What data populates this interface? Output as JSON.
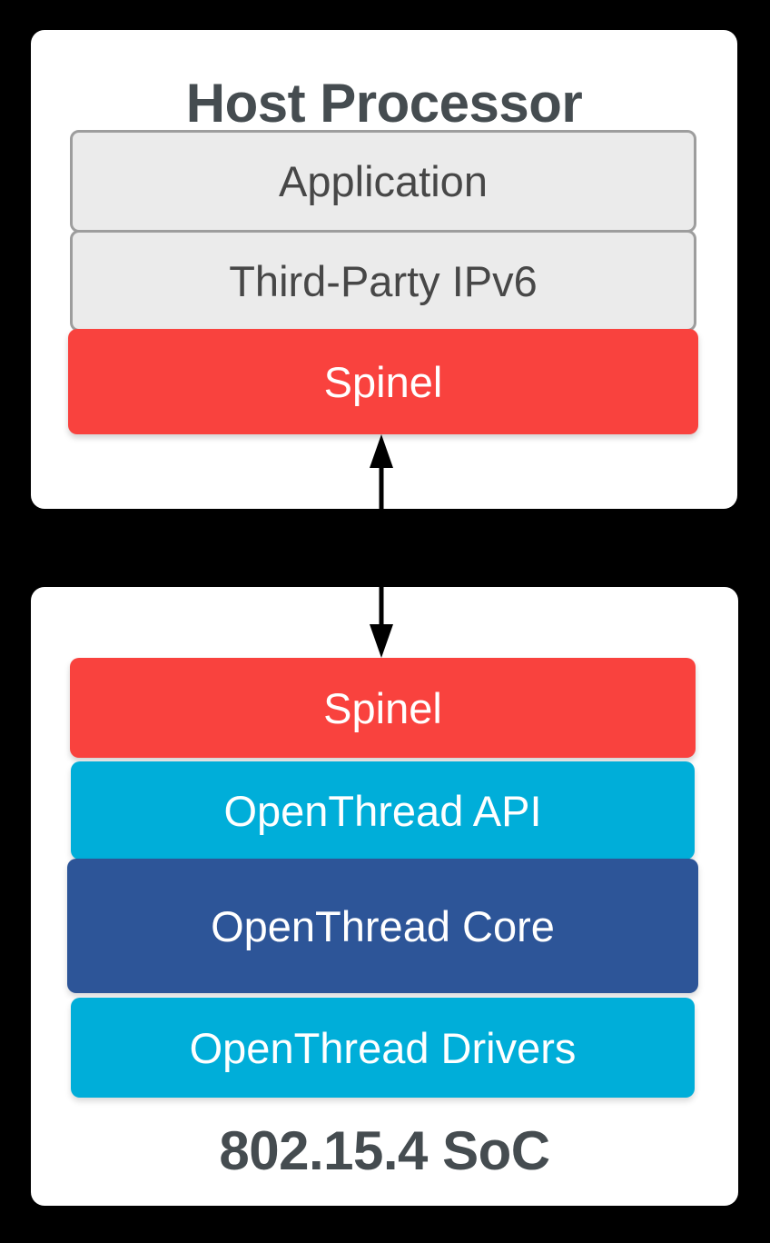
{
  "colors": {
    "bg": "#000000",
    "card": "#ffffff",
    "red": "#f9423e",
    "cyan": "#00aed9",
    "blue": "#2d5598",
    "gray_fill": "#ebebeb",
    "gray_border": "#9d9d9d",
    "gray_text": "#474747",
    "title_text": "#454c50",
    "white_text": "#ffffff",
    "arrow": "#000000"
  },
  "host_card": {
    "title": "Host Processor",
    "layers": [
      {
        "label": "Application",
        "style": "gray"
      },
      {
        "label": "Third-Party IPv6",
        "style": "gray"
      },
      {
        "label": "Spinel",
        "style": "red"
      }
    ]
  },
  "arrow": {
    "type": "bidirectional-vertical",
    "connects": [
      "Spinel (Host Processor)",
      "Spinel (802.15.4 SoC)"
    ]
  },
  "soc_card": {
    "title": "802.15.4 SoC",
    "layers": [
      {
        "label": "Spinel",
        "style": "red"
      },
      {
        "label": "OpenThread API",
        "style": "cyan"
      },
      {
        "label": "OpenThread Core",
        "style": "blue"
      },
      {
        "label": "OpenThread Drivers",
        "style": "cyan"
      }
    ]
  }
}
